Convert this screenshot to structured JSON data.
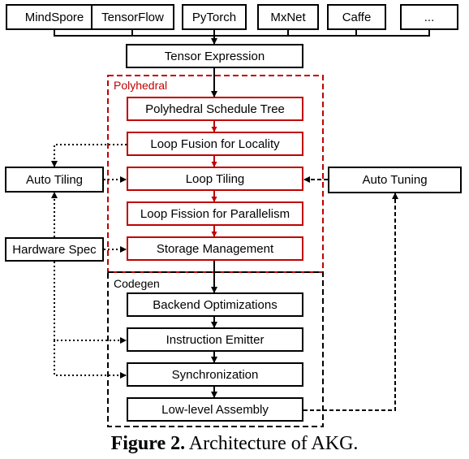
{
  "colors": {
    "accent": "#c00000",
    "line": "#000000"
  },
  "frameworks": [
    "MindSpore",
    "TensorFlow",
    "PyTorch",
    "MxNet",
    "Caffe",
    "..."
  ],
  "tensor_expression": "Tensor Expression",
  "polyhedral": {
    "label": "Polyhedral",
    "steps": [
      "Polyhedral Schedule Tree",
      "Loop Fusion for Locality",
      "Loop Tiling",
      "Loop Fission for Parallelism",
      "Storage Management"
    ]
  },
  "codegen": {
    "label": "Codegen",
    "steps": [
      "Backend Optimizations",
      "Instruction Emitter",
      "Synchronization",
      "Low-level Assembly"
    ]
  },
  "side": {
    "auto_tiling": "Auto Tiling",
    "hardware_spec": "Hardware Spec",
    "auto_tuning": "Auto Tuning"
  },
  "caption": {
    "prefix": "Figure 2.",
    "text": " Architecture of AKG."
  }
}
